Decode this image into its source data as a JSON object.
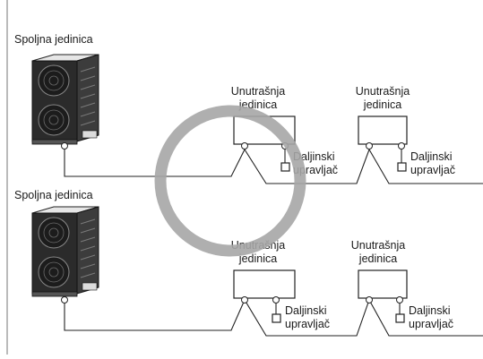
{
  "outdoor_label": "Spoljna jedinica",
  "indoor_line1": "Unutrašnja",
  "indoor_line2": "jedinica",
  "remote_line1": "Daljinski",
  "remote_line2": "upravljač",
  "colors": {
    "watermark": "#a6a6a6",
    "line": "#222222",
    "unit_body": "#2b2b2b"
  },
  "icons": [
    "outdoor-unit-icon",
    "indoor-unit-box",
    "remote-controller-icon",
    "terminal-circle"
  ]
}
